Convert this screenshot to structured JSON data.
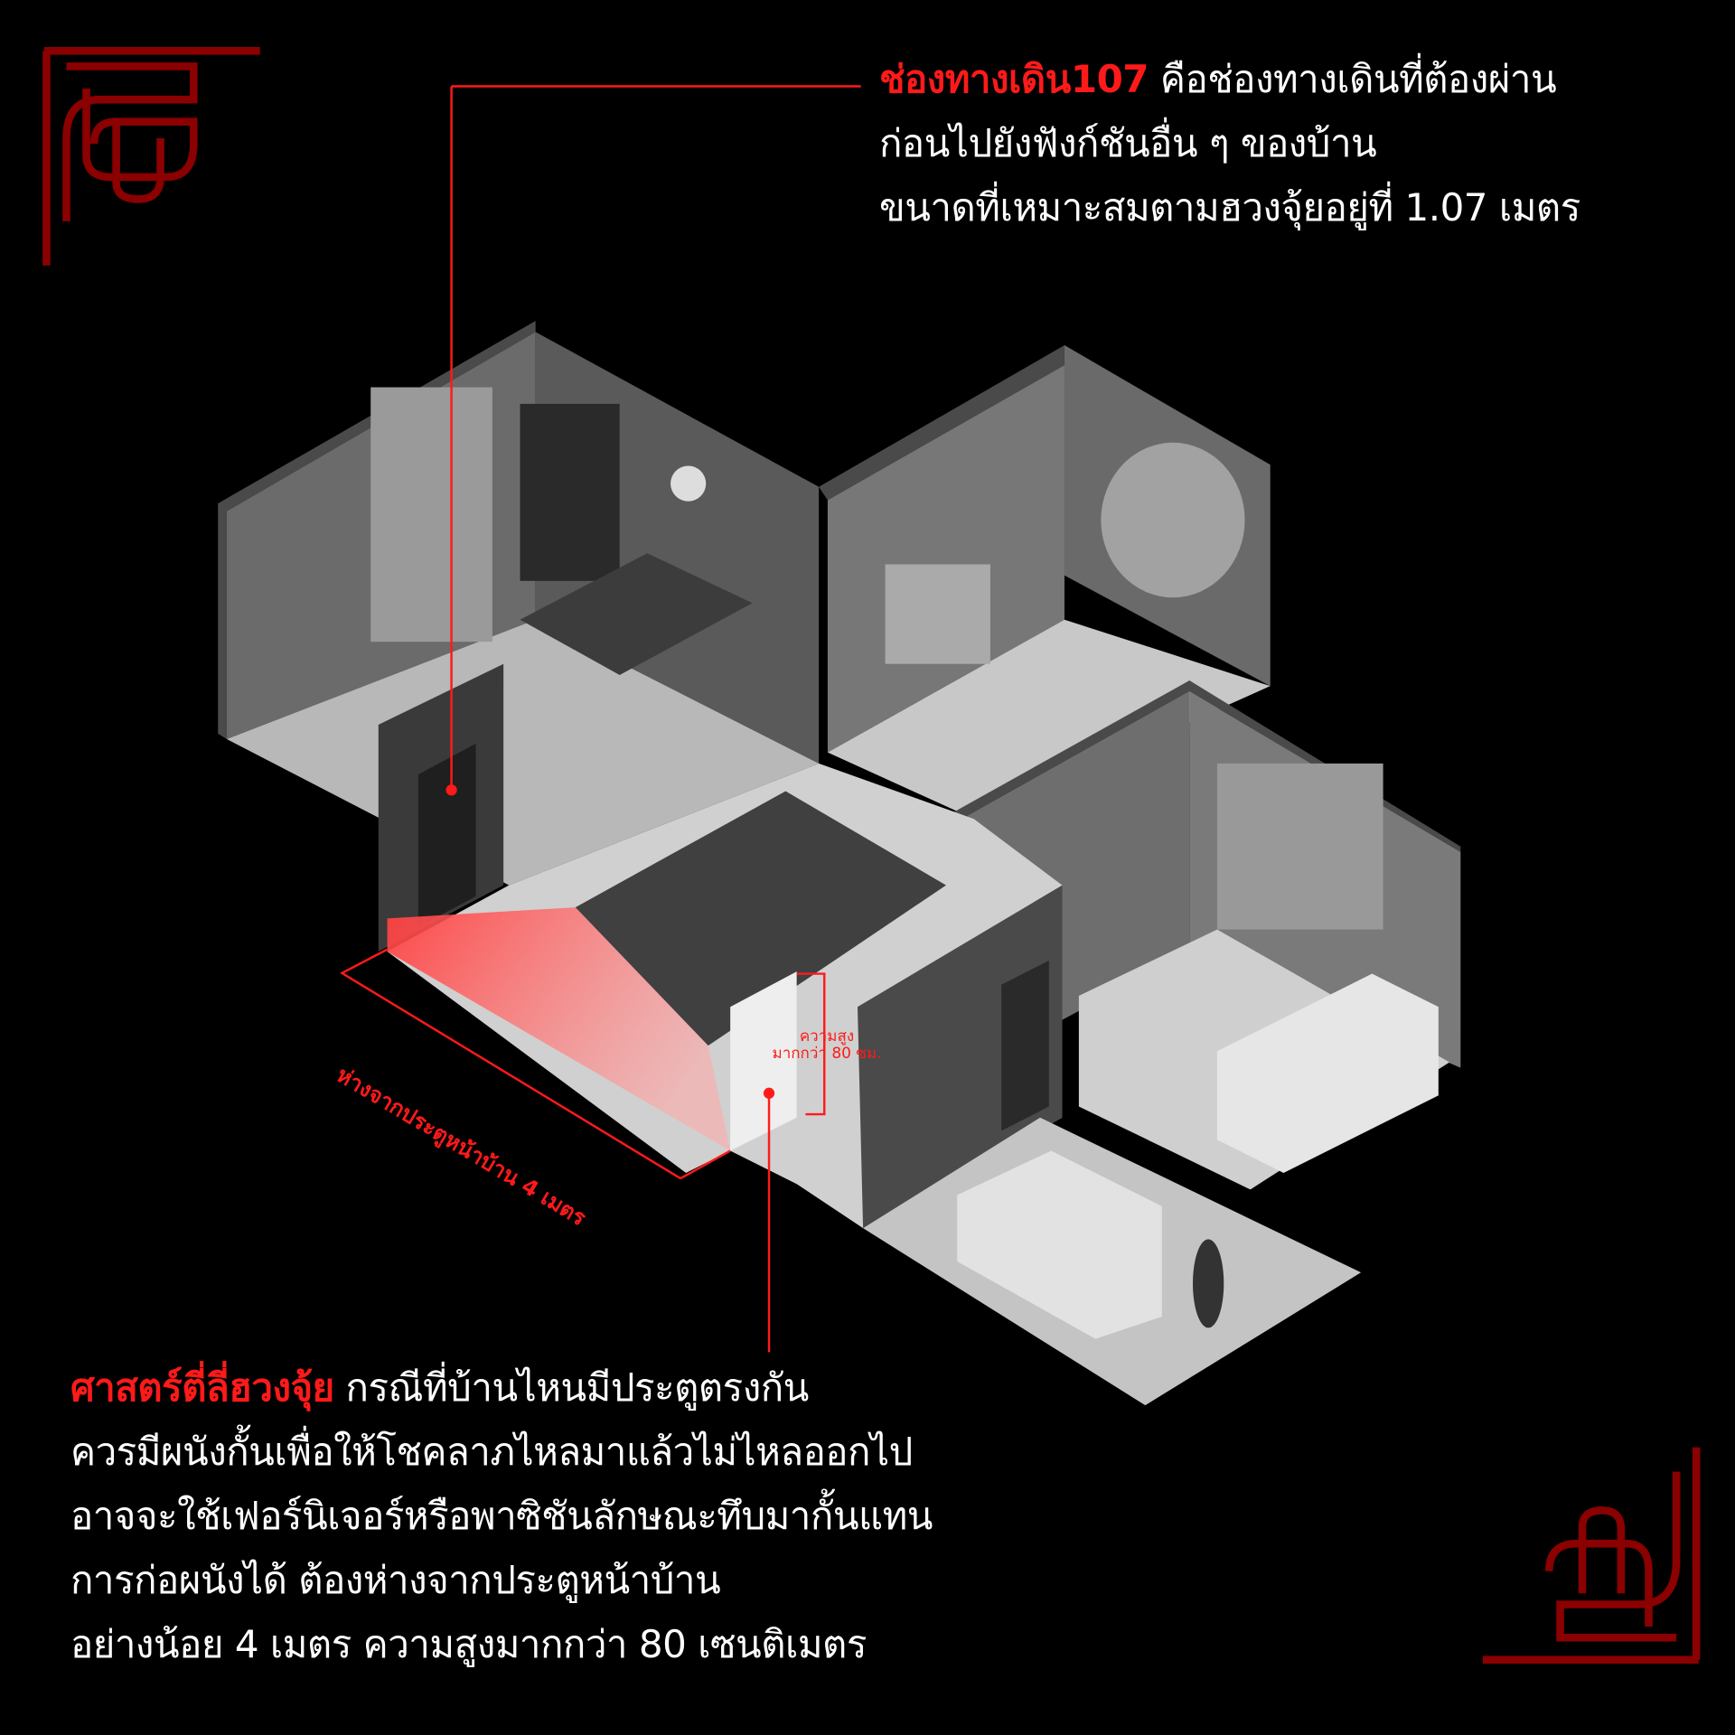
{
  "top_note": {
    "highlight": "ช่องทางเดิน107",
    "lines": [
      "คือช่องทางเดินที่ต้องผ่าน",
      "ก่อนไปยังฟังก์ชันอื่น ๆ ของบ้าน",
      "ขนาดที่เหมาะสมตามฮวงจุ้ยอยู่ที่ 1.07 เมตร"
    ]
  },
  "bottom_note": {
    "highlight": "ศาสตร์ตี่ลี่ฮวงจุ้ย",
    "lines": [
      "กรณีที่บ้านไหนมีประตูตรงกัน",
      "ควรมีผนังกั้นเพื่อให้โชคลาภไหลมาแล้วไม่ไหลออกไป",
      "อาจจะใช้เฟอร์นิเจอร์หรือพาซิชันลักษณะทึบมากั้นแทน",
      "การก่อผนังได้ ต้องห่างจากประตูหน้าบ้าน",
      "อย่างน้อย 4 เมตร ความสูงมากกว่า 80 เซนติเมตร"
    ]
  },
  "annotations": {
    "height_line1": "ความสูง",
    "height_line2": "มากกว่า 80 ซม.",
    "distance": "ห่างจากประตูหน้าบ้าน 4 เมตร"
  },
  "colors": {
    "accent": "#ff1a1a",
    "ornament": "#8b0000",
    "background": "#000000"
  }
}
